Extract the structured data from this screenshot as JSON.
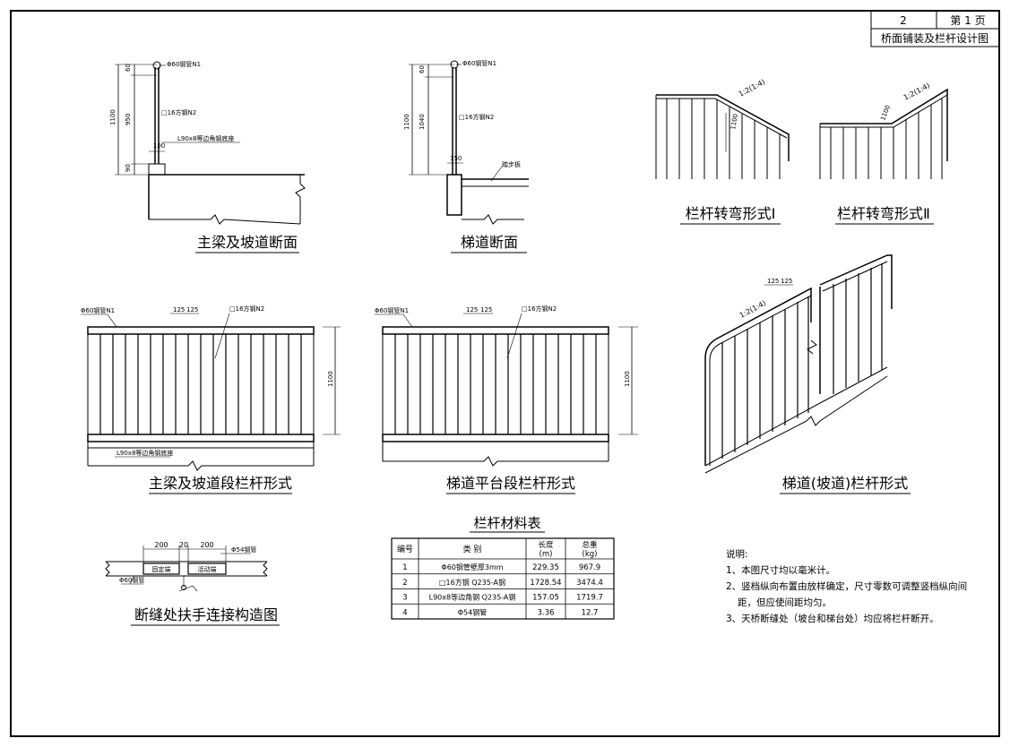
{
  "title_block": {
    "sheet_no": "2",
    "page": "第 1 页",
    "drawing_title": "桥面铺装及栏杆设计图"
  },
  "sections": {
    "main_beam": {
      "caption": "主梁及坡道断面",
      "dims": [
        "60",
        "950",
        "90",
        "1100",
        "100"
      ],
      "labels": [
        "Φ60钢管N1",
        "□16方钢N2",
        "L90x8等边角钢底座"
      ]
    },
    "stair": {
      "caption": "梯道断面",
      "dims": [
        "60",
        "1040",
        "1100",
        "150"
      ],
      "labels": [
        "Φ60钢管N1",
        "□16方钢N2",
        "踏步板"
      ]
    },
    "turn1": {
      "caption": "栏杆转弯形式Ⅰ",
      "slope": "1:2(1:4)",
      "dim": "1100"
    },
    "turn2": {
      "caption": "栏杆转弯形式Ⅱ",
      "slope": "1:2(1:4)",
      "dim": "1100"
    }
  },
  "elevations": {
    "main": {
      "caption": "主梁及坡道段栏杆形式",
      "pipe": "Φ60钢管N1",
      "bar": "□16方钢N2",
      "spacing": [
        "125",
        "125"
      ],
      "height": "1100",
      "base": "L90x8等边角钢底座"
    },
    "platform": {
      "caption": "梯道平台段栏杆形式",
      "pipe": "Φ60钢管N1",
      "bar": "□16方钢N2",
      "spacing": [
        "125",
        "125"
      ],
      "height": "1100"
    },
    "stair": {
      "caption": "梯道(坡道)栏杆形式",
      "slope": "1:2(1:4)",
      "spacing": [
        "125",
        "125"
      ]
    }
  },
  "joint": {
    "caption": "断缝处扶手连接构造图",
    "dims": [
      "200",
      "20",
      "200"
    ],
    "labels": {
      "pipe54": "Φ54钢管",
      "fixed": "固定端",
      "moving": "活动端",
      "pipe60": "Φ60钢管"
    }
  },
  "material_table": {
    "title": "栏杆材料表",
    "headers": [
      "编号",
      "类 别",
      "长度\n(m)",
      "总重\n(kg)"
    ],
    "header_lines": [
      [
        "编号"
      ],
      [
        "类 别"
      ],
      [
        "长度",
        "(m)"
      ],
      [
        "总重",
        "(kg)"
      ]
    ],
    "rows": [
      [
        "1",
        "Φ60钢管壁厚3mm",
        "229.35",
        "967.9"
      ],
      [
        "2",
        "□16方钢  Q235-A钢",
        "1728.54",
        "3474.4"
      ],
      [
        "3",
        "L90x8等边角钢 Q235-A钢",
        "157.05",
        "1719.7"
      ],
      [
        "4",
        "Φ54钢管",
        "3.36",
        "12.7"
      ]
    ]
  },
  "notes": {
    "heading": "说明:",
    "items": [
      "1、本图尺寸均以毫米计。",
      "2、竖档纵向布置由放样确定，尺寸零数可调整竖档纵向间",
      "距，但应使间距均匀。",
      "3、天桥断缝处（坡台和梯台处）均应将栏杆断开。"
    ]
  }
}
